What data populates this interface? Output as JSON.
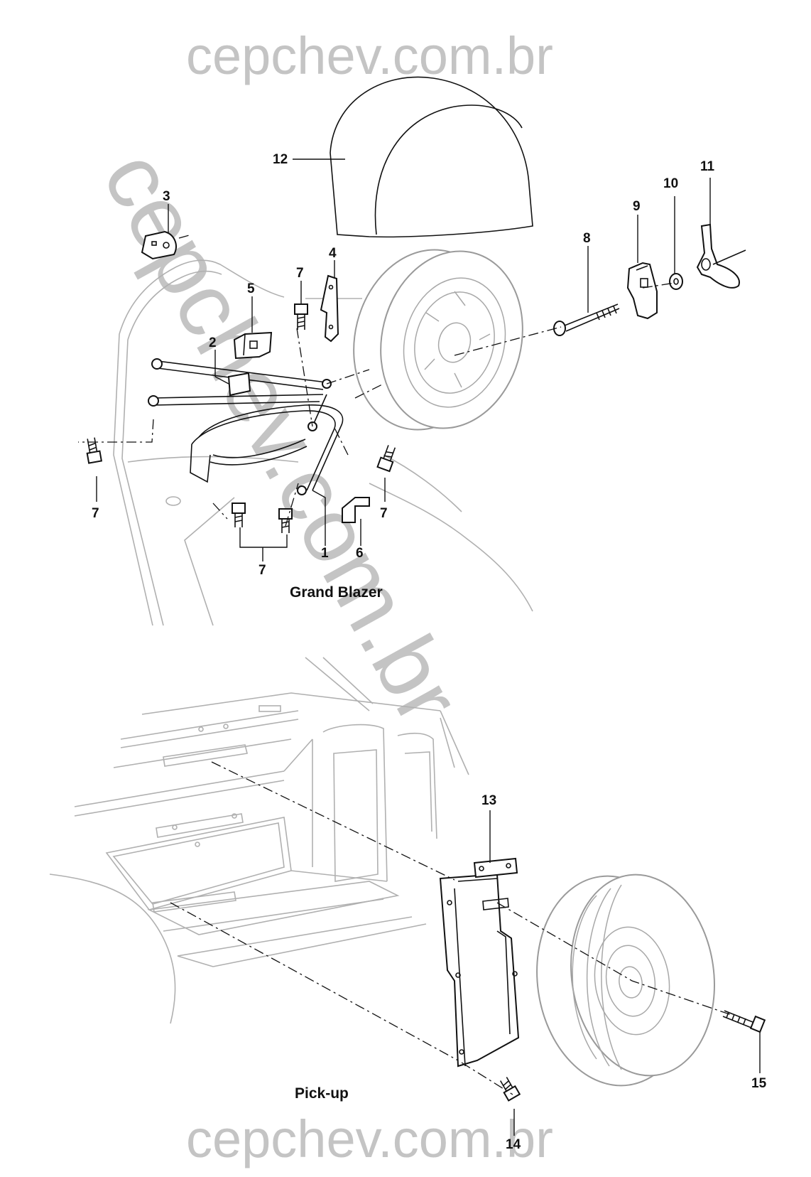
{
  "watermark": {
    "top": "cepchev.com.br",
    "bottom": "cepchev.com.br",
    "diagonal": "cepchev.com.br"
  },
  "captions": {
    "upper": "Grand Blazer",
    "lower": "Pick-up"
  },
  "callouts": {
    "c1": "1",
    "c2": "2",
    "c3": "3",
    "c4": "4",
    "c5": "5",
    "c6": "6",
    "c7a": "7",
    "c7b": "7",
    "c7c": "7",
    "c7d": "7",
    "c8": "8",
    "c9": "9",
    "c10": "10",
    "c11": "11",
    "c12": "12",
    "c13": "13",
    "c14": "14",
    "c15": "15"
  }
}
